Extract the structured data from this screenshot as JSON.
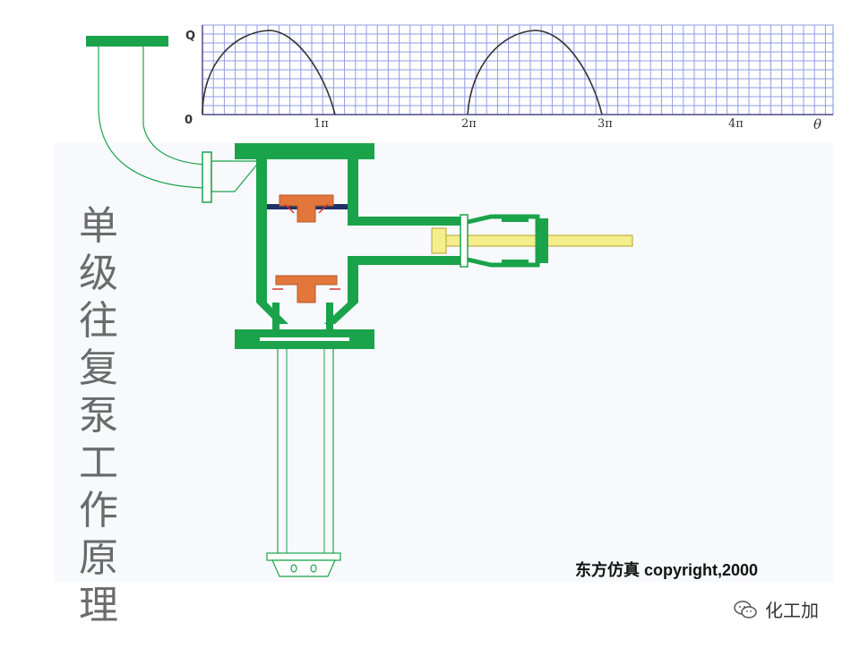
{
  "graph": {
    "y_max_label": "Q",
    "origin_label": "0",
    "x_ticks": [
      "1π",
      "2π",
      "3π",
      "4π",
      "θ"
    ]
  },
  "title_chars": [
    "单",
    "级",
    "往",
    "复",
    "泵",
    "工",
    "作",
    "原",
    "理"
  ],
  "copyright": "东方仿真 copyright,2000",
  "brand": "化工加",
  "colors": {
    "pipe_green": "#1aa34a",
    "valve_orange": "#e3763a",
    "piston_yellow": "#f4ee8c",
    "grid_blue": "#8f9ce6",
    "curve": "#333333"
  },
  "icons": {
    "brand": "wechat-icon"
  }
}
